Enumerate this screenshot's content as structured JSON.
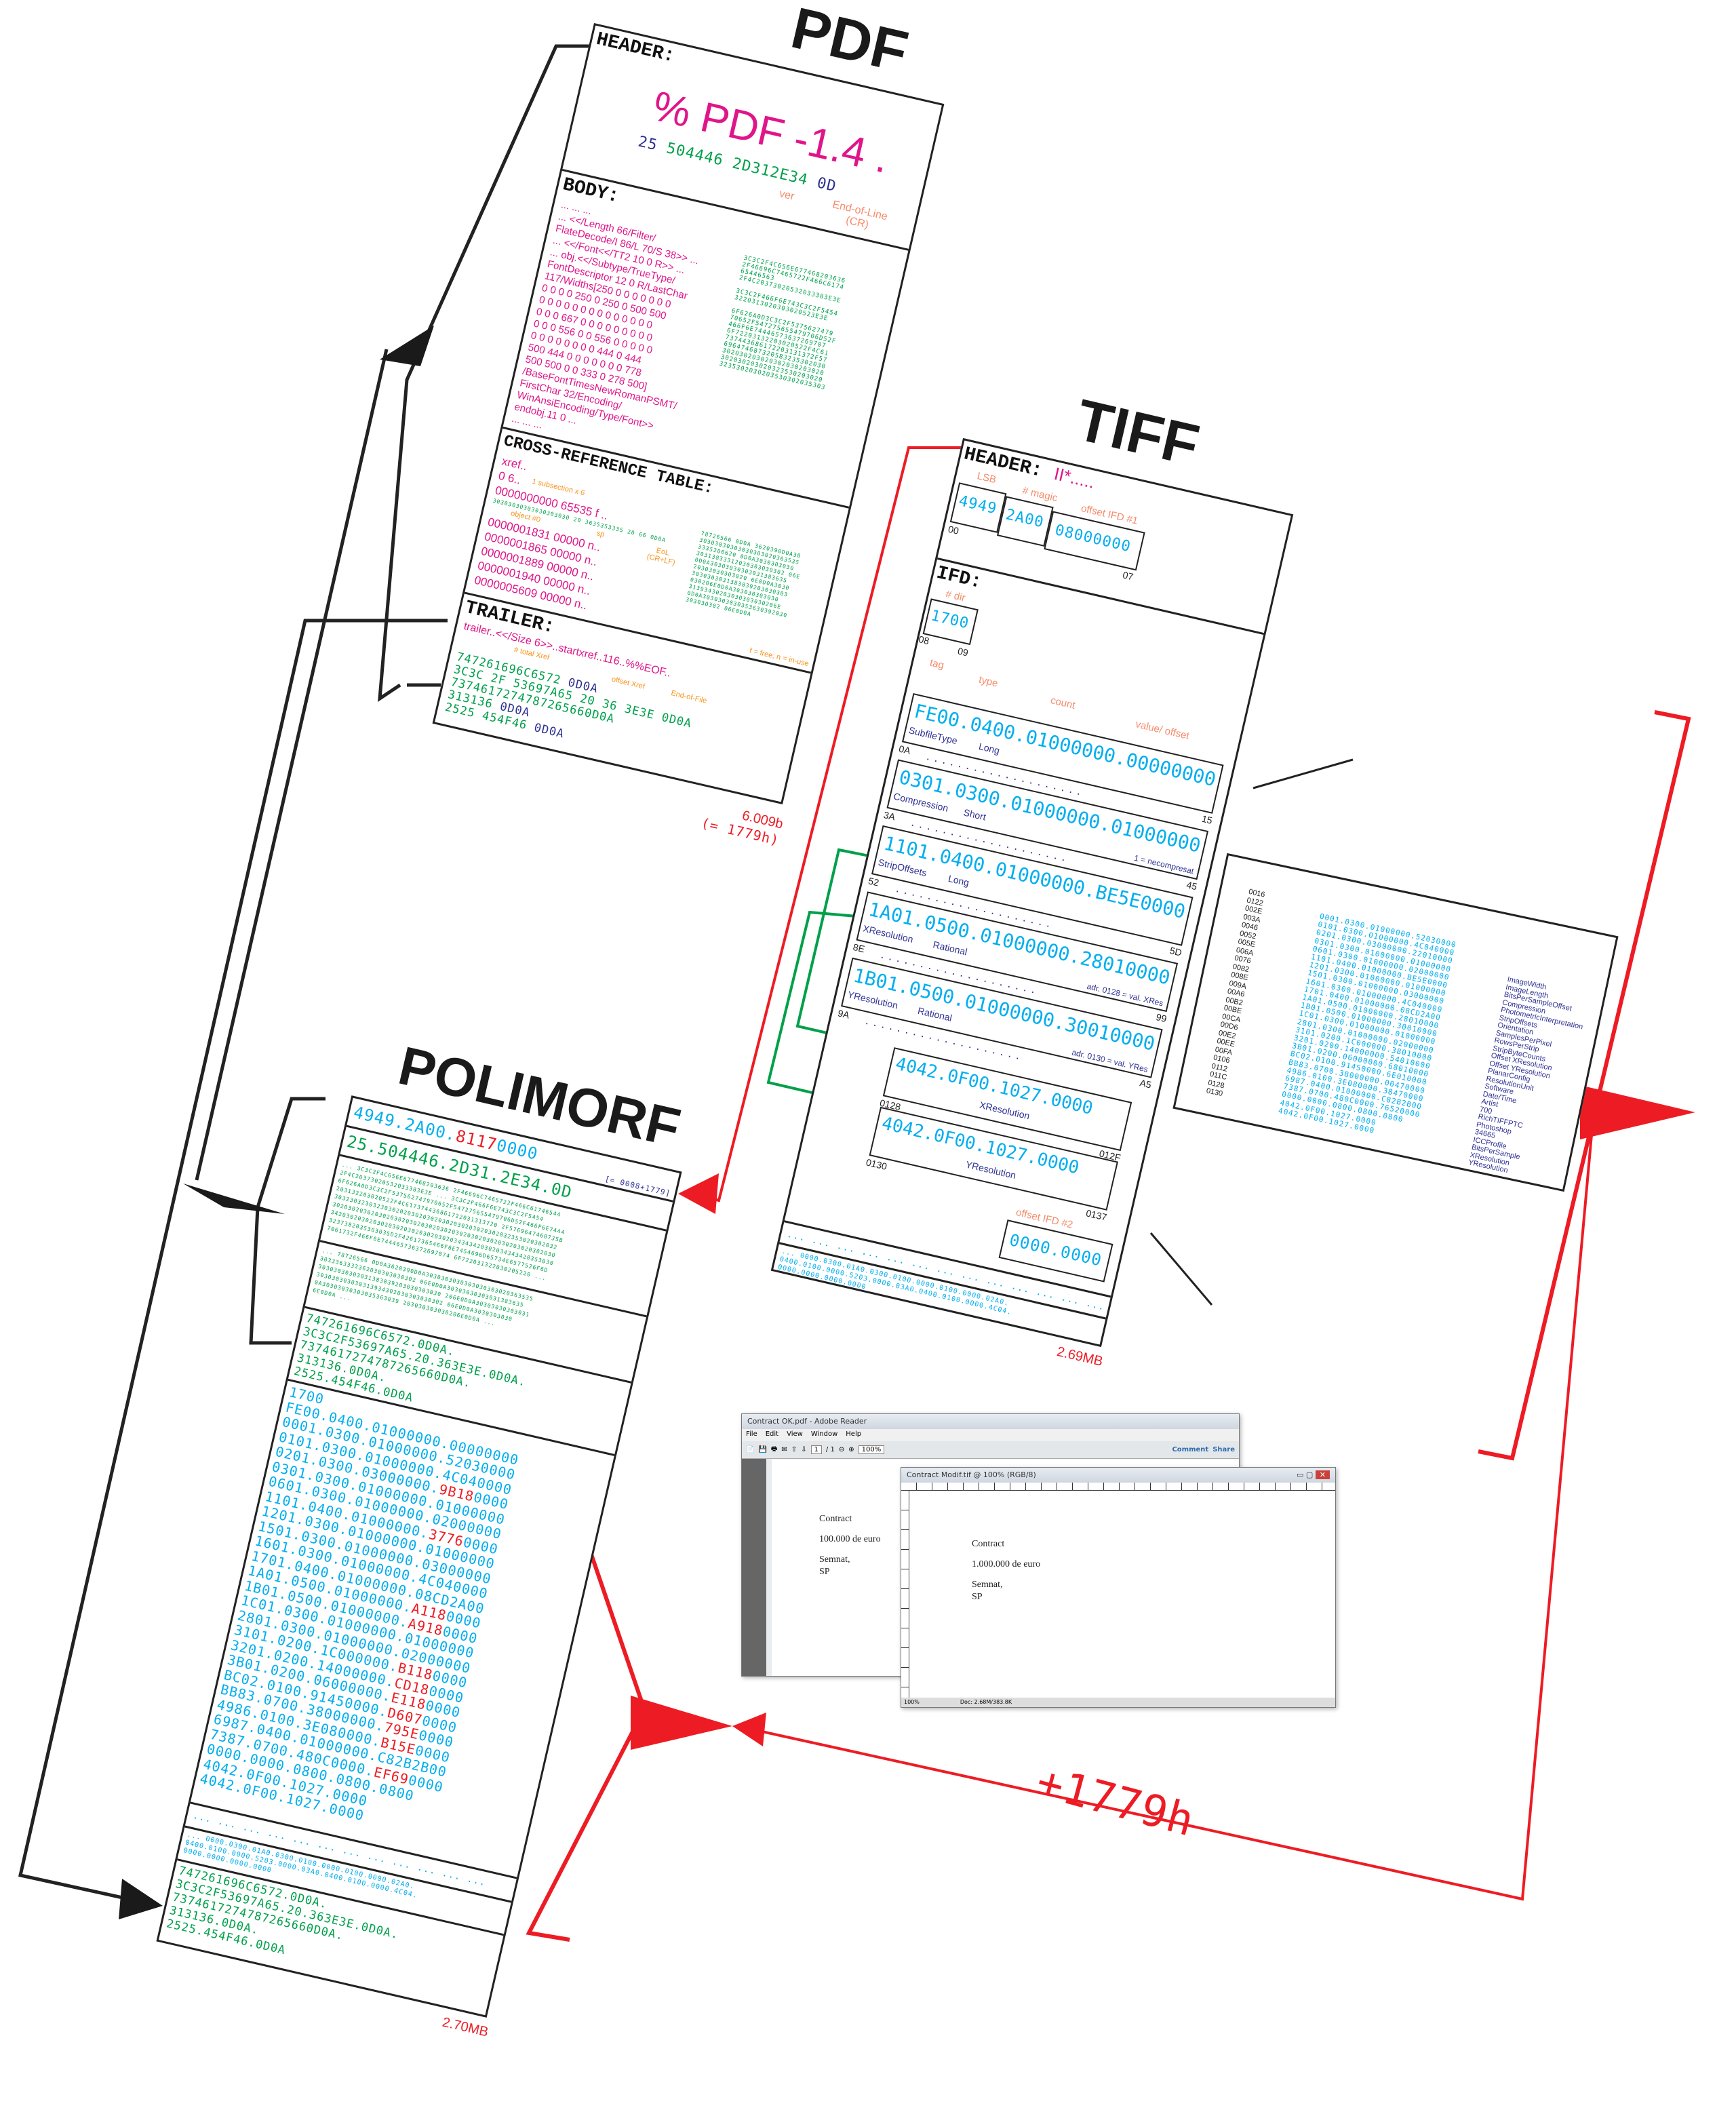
{
  "pdf": {
    "title": "PDF",
    "header_label": "HEADER:",
    "magic": "% PDF -1.4 .",
    "hex_25": "25",
    "hex_pdf": "504446",
    "hex_ver": "2D312E34",
    "hex_cr": "0D",
    "note_ver": "ver",
    "note_eol": "End-of-Line",
    "note_cr": "(CR)",
    "body_label": "BODY:",
    "body_lines": [
      "... ... ...",
      "... <</Length 66/Filter/",
      "FlateDecode/I 86/L 70/S 38>> ...",
      "... <</Font<</TT2 10 0 R>> ...",
      "... obj.<</Subtype/TrueType/",
      "FontDescriptor 12 0 R/LastChar",
      "117/Widths[250 0 0 0 0 0 0 0",
      "0 0 0 0 250 0 250 0 500 500",
      "0 0 0 0 0 0 0 0 0 0 0 0 0 0",
      "0 0 0 667 0 0 0 0 0 0 0 0 0",
      "0 0 0 556 0 0 556 0 0 0 0 0",
      "0 0 0 0 0 0 0 0 444 0 444",
      "500 444 0 0 0 0 0 0 0 778",
      "500 500 0 0 333 0 278 500]",
      "/BaseFontTimesNewRomanPSMT/",
      "FirstChar 32/Encoding/",
      "WinAnsiEncoding/Type/Font>>",
      "endobj.11 0 ...",
      "... ... ..."
    ],
    "body_hex": [
      "3C3C2F4C656E677468203636",
      "2F46696C7465722F466C6174",
      "65446563",
      "2F4C20373020532033383E3E",
      "",
      "3C3C2F466F6E743C3C2F5454",
      "3220313020303020523E3E",
      "",
      "6F626A0D3C3C2F5375627479",
      "70652F547275655479706D52F",
      "466F6E74446573637269707",
      "6F72203132203020522F4C61",
      "737443686172203131372F57",
      "6964746873205B3235302030",
      "302030203020302030203020",
      "302030203020323530203020",
      "3235302030203530302035303"
    ],
    "xref_label": "CROSS-REFERENCE TABLE:",
    "xref_lines": [
      "xref..",
      "0 6..",
      "0000000000  65535  f ..",
      "0000001831 00000 n..",
      "0000001865 00000 n..",
      "0000001889 00000 n..",
      "0000001940 00000 n..",
      "0000005609 00000 n.."
    ],
    "xref_notes": {
      "subsection": "1 subsection x 6",
      "object0": "object #0",
      "sp": "sp",
      "eol": "EoL",
      "crlf": "(CR+LF)",
      "legend": "f = free; n = in-use"
    },
    "xref_hexrow": "30303030303030303030 20 3635353335 20 66 0D0A",
    "xref_hex": [
      "78726566 0D0A 3620390D0A30",
      "30303030303030303020363535",
      "3335206620 0D0A3030303030",
      "30313833312030303030302 06E",
      "0D0A30303030303031383635",
      "20303030303020 6E0D0A3030",
      "3030303031383839203030303",
      "030206E0D0A303030303030",
      "31393430203030303030206E",
      "0D0A3030303030353630392030",
      "303030302 06E0D0A"
    ],
    "trailer_label": "TRAILER:",
    "trailer_line": "trailer..<</Size 6>>..startxref..116..%%EOF..",
    "trailer_notes": {
      "total": "# total Xref",
      "offset": "offset Xref",
      "eof": "End-of-File"
    },
    "trailer_hex": [
      [
        "747261696C6572",
        "0D0A",
        ""
      ],
      [
        "3C3C 2F",
        "",
        "53697A65 20 36 3E3E 0D0A"
      ],
      [
        "7374617274787265660D0A",
        "",
        ""
      ],
      [
        "313136",
        "0D0A",
        ""
      ],
      [
        "2525 454F46",
        "0D0A",
        ""
      ]
    ],
    "size": "6.009b",
    "size_hex": "(= 1779h)"
  },
  "tiff": {
    "title": "TIFF",
    "header_label": "HEADER:",
    "header_ascii": "II*.....",
    "lsb": "LSB",
    "magic": "# magic",
    "offset_ifd1": "offset IFD #1",
    "b1": "4949",
    "b2": "2A00",
    "b3": "08000000",
    "o00": "00",
    "o07": "07",
    "ifd_label": "IFD:",
    "dir_label": "# dir",
    "dir_val": "1700",
    "o08": "08",
    "o09": "09",
    "col_tag": "tag",
    "col_type": "type",
    "col_count": "count",
    "col_value": "value/ offset",
    "entries": [
      {
        "v": "FE00.0400.01000000.00000000",
        "n1": "SubfileType",
        "n2": "Long",
        "start": "0A",
        "end": "15",
        "note": ""
      },
      {
        "v": "0301.0300.01000000.01000000",
        "n1": "Compression",
        "n2": "Short",
        "start": "3A",
        "end": "45",
        "note": "1 = necompresat"
      },
      {
        "v": "1101.0400.01000000.BE5E0000",
        "n1": "StripOffsets",
        "n2": "Long",
        "start": "52",
        "end": "5D",
        "note": ""
      },
      {
        "v": "1A01.0500.01000000.28010000",
        "n1": "XResolution",
        "n2": "Rational",
        "start": "8E",
        "end": "99",
        "note": "adr. 0128 = val. XRes"
      },
      {
        "v": "1B01.0500.01000000.30010000",
        "n1": "YResolution",
        "n2": "Rational",
        "start": "9A",
        "end": "A5",
        "note": "adr. 0130 = val. YRes"
      }
    ],
    "values": [
      {
        "v": "4042.0F00.1027.0000",
        "n": "XResolution",
        "start": "0128",
        "end": "012F"
      },
      {
        "v": "4042.0F00.1027.0000",
        "n": "YResolution",
        "start": "0130",
        "end": "0137"
      }
    ],
    "offset_ifd2": "offset IFD #2",
    "ifd2_val": "0000.0000",
    "dots_row": "... ... ... ... ... ... ... ... ... ... ... ... ...",
    "tail": [
      "... 0000.0300.01A0.0300.0100.0000.0100.0000.02A0.",
      "0400.0100.0000.5203.0000.03A0.0400.0100.0000.4C04.",
      "0000.0000.0000.0000"
    ],
    "size": "2.69MB"
  },
  "tags": {
    "offsets": [
      "0016",
      "0122",
      "002E",
      "003A",
      "0046",
      "0052",
      "005E",
      "006A",
      "0076",
      "0082",
      "008E",
      "009A",
      "00A6",
      "00B2",
      "00BE",
      "00CA",
      "00D6",
      "00E2",
      "00EE",
      "00FA",
      "0106",
      "0112",
      "011C",
      "0128",
      "0130"
    ],
    "rows": [
      "0001.0300.01000000.52030000",
      "0101.0300.01000000.4C040000",
      "0201.0300.03000000.22010000",
      "0301.0300.01000000.01000000",
      "0601.0300.01000000.02000000",
      "1101.0400.01000000.BE5E0000",
      "1201.0300.01000000.01000000",
      "1501.0300.01000000.03000000",
      "1601.0300.01000000.4C040000",
      "1701.0400.01000000.08CD2A00",
      "1A01.0500.01000000.28010000",
      "1B01.0500.01000000.30010000",
      "1C01.0300.01000000.01000000",
      "2801.0300.01000000.02000000",
      "3101.0200.1C000000.38010000",
      "3201.0200.14000000.54010000",
      "3B01.0200.06000000.68010000",
      "BC02.0100.91450000.6E010000",
      "BB83.0700.38000000.00470000",
      "4986.0100.3E080000.38470000",
      "6987.0400.01000000.C82B2B00",
      "7387.0700.480C0000.76520000",
      "0000.0000.0800.0800.0800",
      "4042.0F00.1027.0000",
      "4042.0F00.1027.0000"
    ],
    "names": [
      "ImageWidth",
      "ImageLength",
      "BitsPerSampleOffset",
      "Compression",
      "PhotometricInterpretation",
      "StripOffsets",
      "Orientation",
      "SamplesPerPixel",
      "RowsPerStrip",
      "StripByteCounts",
      "Offset XResolution",
      "Offset YResolution",
      "PlanarConfig",
      "ResolutionUnit",
      "Software",
      "Date/Time",
      "Artist",
      "700",
      "RichTIFFPTC",
      "Photoshop",
      "34665",
      "ICCProfile",
      "BitsPerSample",
      "XResolution",
      "YResolution"
    ]
  },
  "polimorf": {
    "title": "POLIMORF",
    "h1": [
      "4949.2A00.",
      "8117",
      "0000"
    ],
    "h1_note": "[= 0008+1779]",
    "h2": "25.504446.2D31.2E34.0D",
    "body_hex": [
      "... 3C3C2F4C656E677468203636 2F46696C7465722F466C61746544",
      "2F4C20373020532033383E3E ... 3C3C2F466F6E743C3C2F5454",
      "6F626A0D3C3C2F537562747970652F547275655479706D52F466F6E7444",
      "203132203020522F4C617374436861722031313720 2F5769647468735B",
      "3032303230323030202030203020302030203020302032353020302032",
      "3020302030203020302030203020302030203020302030203020302030",
      "3420302030203020302030203020302034343420302034343420353030",
      "3237382035303035D2F42617365466F6E7454696D65734E6577526F6D",
      "7061732F466F6E744465736372697074 6F722031322030205220 ..."
    ],
    "xref_hex": [
      "... 78726566 0D0A3620390D0A3030303030303030303020363535",
      "3033363332362030303030302 06E0D0A30303030303031383635",
      "30303030303031383839203030303030 206E0D0A30303030303031",
      "303030303030313934302030303030302 06E0D0A3030303030",
      "0A30303030303035363039 203030303030206E0D0A ...",
      "6E0D0A ..."
    ],
    "trailer": [
      "747261696C6572.0D0A.",
      "3C3C2F53697A65.20.363E3E.0D0A.",
      "7374617274787265660D0A.",
      "313136.0D0A.",
      "2525.454F46.0D0A"
    ],
    "ifd_count": "1700",
    "rows": [
      [
        "FE00.0400.01000000.00000000",
        "",
        ""
      ],
      [
        "0001.0300.01000000.52030000",
        "",
        ""
      ],
      [
        "0101.0300.01000000.4C040000",
        "",
        ""
      ],
      [
        "0201.0300.03000000.",
        "9B18",
        "0000"
      ],
      [
        "0301.0300.01000000.01000000",
        "",
        ""
      ],
      [
        "0601.0300.01000000.02000000",
        "",
        ""
      ],
      [
        "1101.0400.01000000.",
        "3776",
        "0000"
      ],
      [
        "1201.0300.01000000.01000000",
        "",
        ""
      ],
      [
        "1501.0300.01000000.03000000",
        "",
        ""
      ],
      [
        "1601.0300.01000000.4C040000",
        "",
        ""
      ],
      [
        "1701.0400.01000000.08CD2A00",
        "",
        ""
      ],
      [
        "1A01.0500.01000000.",
        "A118",
        "0000"
      ],
      [
        "1B01.0500.01000000.",
        "A918",
        "0000"
      ],
      [
        "1C01.0300.01000000.01000000",
        "",
        ""
      ],
      [
        "2801.0300.01000000.02000000",
        "",
        ""
      ],
      [
        "3101.0200.1C000000.",
        "B118",
        "0000"
      ],
      [
        "3201.0200.14000000.",
        "CD18",
        "0000"
      ],
      [
        "3B01.0200.06000000.",
        "E118",
        "0000"
      ],
      [
        "BC02.0100.91450000.",
        "D607",
        "0000"
      ],
      [
        "BB83.0700.38000000.",
        "795E",
        "0000"
      ],
      [
        "4986.0100.3E080000.",
        "B15E",
        "0000"
      ],
      [
        "6987.0400.01000000.C82B2B00",
        "",
        ""
      ],
      [
        "7387.0700.480C0000.",
        "EF69",
        "0000"
      ],
      [
        "0000.0000.0800.0800.0800",
        "",
        ""
      ],
      [
        "4042.0F00.1027.0000",
        "",
        ""
      ],
      [
        "4042.0F00.1027.0000",
        "",
        ""
      ]
    ],
    "dots_row": "... ... ... ... ... ... ... ... ... ... ... ...",
    "tail": [
      "... 0000.0300.01A0.0300.0100.0000.0100.0000.02A0.",
      "0400.0100.0000.5203.0000.03A0.0400.0100.0000.4C04.",
      "0000.0000.0000.0000"
    ],
    "trailer2": [
      "747261696C6572.0D0A.",
      "3C3C2F53697A65.20.363E3E.0D0A.",
      "7374617274787265660D0A.",
      "313136.0D0A.",
      "2525.454F46.0D0A"
    ],
    "size": "2.70MB"
  },
  "delta": "+1779h",
  "reader": {
    "title": "Contract OK.pdf - Adobe Reader",
    "menu": [
      "File",
      "Edit",
      "View",
      "Window",
      "Help"
    ],
    "page": "1",
    "pages": "/ 1",
    "zoom": "100%",
    "comment": "Comment",
    "share": "Share",
    "doc": [
      "Contract",
      "100.000 de euro",
      "Semnat,",
      "SP"
    ]
  },
  "photoshop": {
    "title": "Contract Modif.tif @ 100% (RGB/8)",
    "doc": [
      "Contract",
      "1.000.000 de euro",
      "Semnat,",
      "SP"
    ],
    "status_zoom": "100%",
    "status_doc": "Doc: 2.68M/383.8K"
  },
  "colors": {
    "red": "#ed1c24",
    "green": "#00a04a",
    "cyan": "#00aeef",
    "magenta": "#e0158a",
    "navy": "#2e3192",
    "orange": "#f7941d"
  }
}
